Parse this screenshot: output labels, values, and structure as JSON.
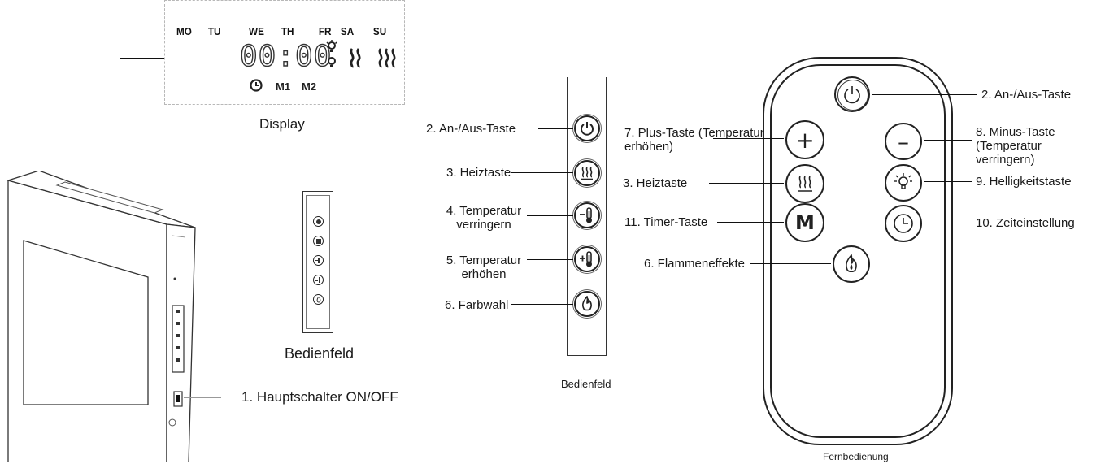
{
  "display": {
    "days": [
      "MO",
      "TU",
      "WE",
      "TH",
      "FR",
      "SA",
      "SU"
    ],
    "time": "00:00",
    "modes": [
      "M1",
      "M2"
    ],
    "caption": "Display"
  },
  "heater": {
    "panel_caption": "Bedienfeld",
    "main_switch_label": "1. Hauptschalter ON/OFF"
  },
  "control_panel": {
    "caption": "Bedienfeld",
    "labels": {
      "power": "2. An-/Aus-Taste",
      "heat": "3. Heiztaste",
      "temp_down": "4. Temperatur verringern",
      "temp_up": "5. Temperatur erhöhen",
      "color": "6. Farbwahl"
    }
  },
  "remote": {
    "caption": "Fernbedienung",
    "labels": {
      "power": "2. An-/Aus-Taste",
      "plus": "7. Plus-Taste (Temperatur erhöhen)",
      "minus": "8. Minus-Taste (Temperatur verringern)",
      "heat": "3. Heiztaste",
      "brightness": "9. Helligkeitstaste",
      "timer": "11. Timer-Taste",
      "time_set": "10. Zeiteinstellung",
      "flame": "6. Flammeneffekte"
    },
    "button_glyphs": {
      "plus": "+",
      "minus": "–",
      "heat": "≋",
      "timer": "M"
    }
  },
  "icons": [
    "power-icon",
    "heat-icon",
    "thermometer-minus-icon",
    "thermometer-plus-icon",
    "flame-icon",
    "bulb-icon",
    "clock-icon"
  ]
}
